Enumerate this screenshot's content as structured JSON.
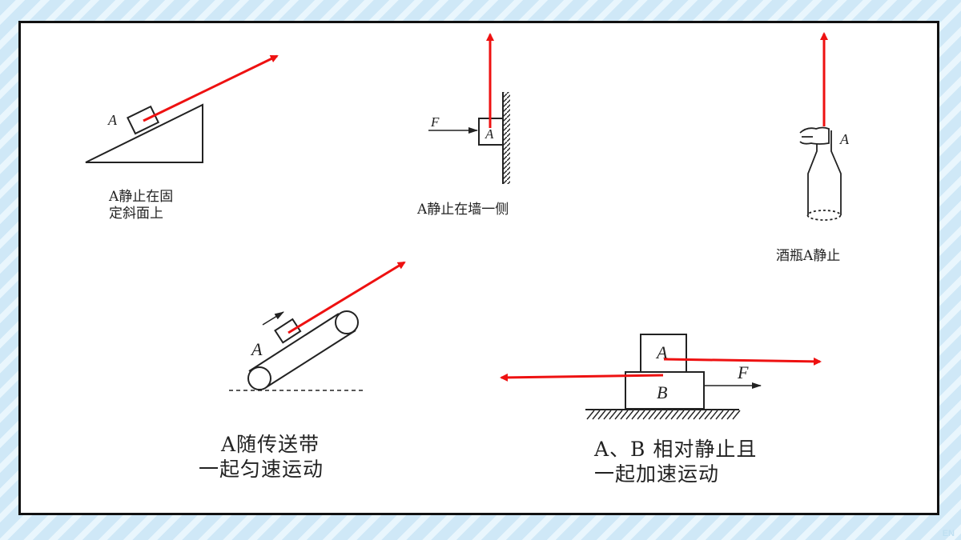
{
  "colors": {
    "arrow": "#ee1111",
    "line": "#222222",
    "frame": "#111111"
  },
  "diagrams": {
    "incline": {
      "block_label": "A",
      "caption_lines": [
        "A静止在固",
        "定斜面上"
      ]
    },
    "wall": {
      "force_label": "F",
      "block_label": "A",
      "caption": "A静止在墙一侧"
    },
    "bottle": {
      "label": "A",
      "caption": "酒瓶A静止"
    },
    "conveyor": {
      "block_label": "A",
      "caption_lines": [
        "A随传送带",
        "一起匀速运动"
      ]
    },
    "stack": {
      "top_label": "A",
      "bottom_label": "B",
      "force_label": "F",
      "caption_lines": [
        "A、B 相对静止且",
        "一起加速运动"
      ]
    }
  },
  "watermark": "EN"
}
